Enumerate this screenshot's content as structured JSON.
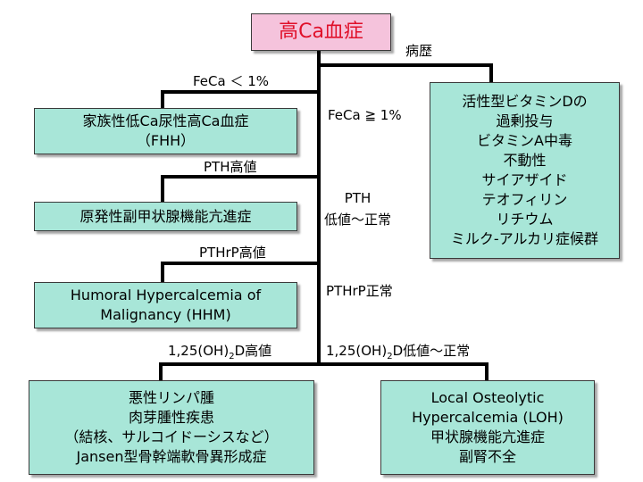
{
  "root": {
    "text": "高Ca血症"
  },
  "branches": {
    "history": "病歴",
    "feca_low": "FeCa ＜ 1%",
    "feca_high": "FeCa ≧ 1%",
    "pth_high": "PTH高値",
    "pth_low_line1": "PTH",
    "pth_low_line2": "低値～正常",
    "pthrp_high": "PTHrP高値",
    "pthrp_normal": "PTHrP正常",
    "vitd_high_prefix": "1,25(OH)",
    "vitd_high_sub": "2",
    "vitd_high_suffix": "D高値",
    "vitd_low_prefix": "1,25(OH)",
    "vitd_low_sub": "2",
    "vitd_low_suffix": "D低値～正常"
  },
  "boxes": {
    "fhh": [
      "家族性低Ca尿性高Ca血症",
      "（FHH）"
    ],
    "hyperpara": [
      "原発性副甲状腺機能亢進症"
    ],
    "hhm": [
      "Humoral Hypercalcemia of",
      "Malignancy (HHM)"
    ],
    "vitd_high": [
      "悪性リンパ腫",
      "肉芽腫性疾患",
      "（結核、サルコイドーシスなど）",
      "Jansen型骨幹端軟骨異形成症"
    ],
    "loh": [
      "Local Osteolytic",
      "Hypercalcemia (LOH)",
      "甲状腺機能亢進症",
      "副腎不全"
    ],
    "history": [
      "活性型ビタミンDの",
      "過剰投与",
      "ビタミンA中毒",
      "不動性",
      "サイアザイド",
      "テオフィリン",
      "リチウム",
      "ミルク-アルカリ症候群"
    ]
  }
}
